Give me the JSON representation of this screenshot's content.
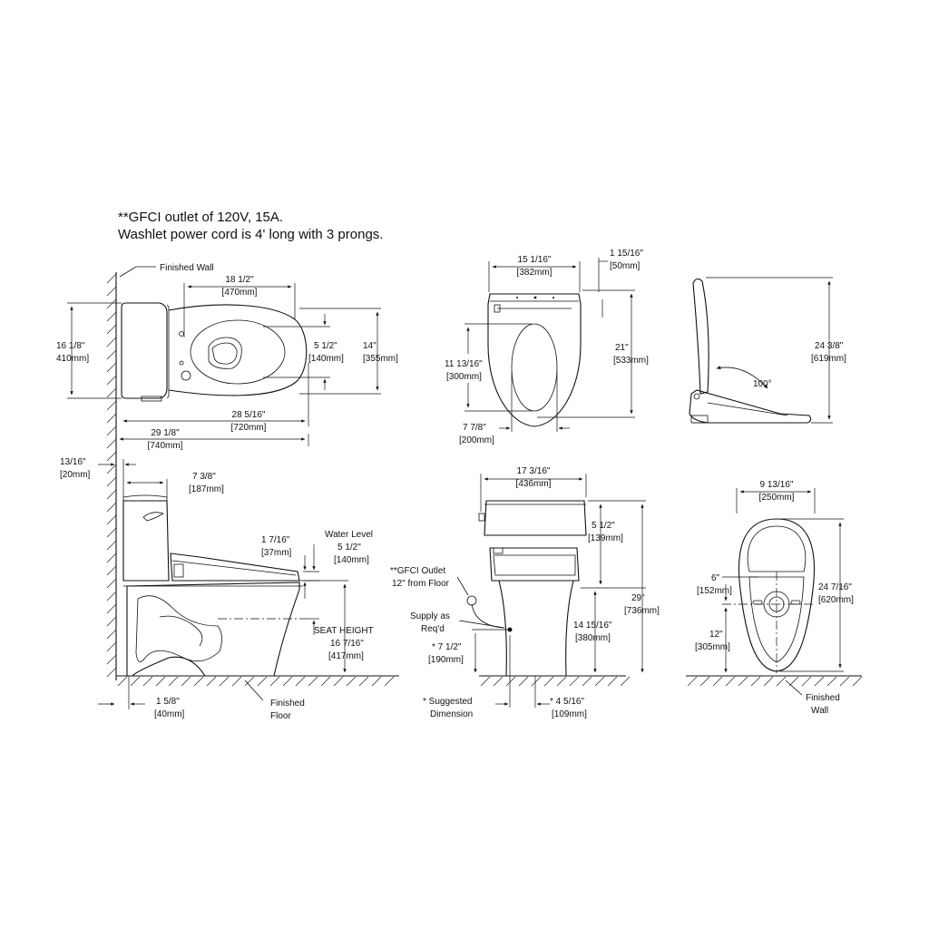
{
  "notes": {
    "line1": "**GFCI outlet of 120V, 15A.",
    "line2": "Washlet power cord is 4' long with 3 prongs."
  },
  "top_view": {
    "finished_wall": "Finished Wall",
    "seat_length_in": "18 1/2\"",
    "seat_length_mm": "[470mm]",
    "tank_depth_in": "16 1/8\"",
    "tank_depth_mm": "410mm]",
    "mid_in": "5 1/2\"",
    "mid_mm": "[140mm]",
    "width_in": "14\"",
    "width_mm": "[355mm]",
    "bowl_in": "28 5/16\"",
    "bowl_mm": "[720mm]",
    "overall_in": "29 1/8\"",
    "overall_mm": "[740mm]"
  },
  "seat_top": {
    "width_in": "15 1/16\"",
    "width_mm": "[382mm]",
    "panel_in": "1 15/16\"",
    "panel_mm": "[50mm]",
    "length_in": "21\"",
    "length_mm": "[533mm]",
    "opening_in": "11 13/16\"",
    "opening_mm": "[300mm]",
    "opening_w_in": "7 7/8\"",
    "opening_w_mm": "[200mm]"
  },
  "seat_side": {
    "height_in": "24 3/8\"",
    "height_mm": "[619mm]",
    "angle": "100°"
  },
  "side_view": {
    "wall_gap_in": "13/16\"",
    "wall_gap_mm": "[20mm]",
    "tank_in": "7 3/8\"",
    "tank_mm": "[187mm]",
    "rim_in": "1 7/16\"",
    "rim_mm": "[37mm]",
    "water_level": "Water Level",
    "water_in": "5 1/2\"",
    "water_mm": "[140mm]",
    "seat_height_label": "SEAT HEIGHT",
    "seat_height_in": "16 7/16\"",
    "seat_height_mm": "[417mm]",
    "base_in": "1 5/8\"",
    "base_mm": "[40mm]",
    "finished_floor_1": "Finished",
    "finished_floor_2": "Floor"
  },
  "front_view": {
    "width_in": "17 3/16\"",
    "width_mm": "[436mm]",
    "tank_h_in": "5 1/2\"",
    "tank_h_mm": "[139mm]",
    "gfci_1": "**GFCI Outlet",
    "gfci_2": "12\" from Floor",
    "supply_1": "Supply as",
    "supply_2": "Req'd",
    "height_in": "29\"",
    "height_mm": "[736mm]",
    "rim_in": "14 15/16\"",
    "rim_mm": "[380mm]",
    "supply_h_in": "* 7 1/2\"",
    "supply_h_mm": "[190mm]",
    "suggested_1": "* Suggested",
    "suggested_2": "Dimension",
    "offset_in": "* 4 5/16\"",
    "offset_mm": "[109mm]"
  },
  "plan_view": {
    "width_in": "9 13/16\"",
    "width_mm": "[250mm]",
    "flange_in": "6\"",
    "flange_mm": "[152mm]",
    "length_in": "24 7/16\"",
    "length_mm": "[620mm]",
    "roughin_in": "12\"",
    "roughin_mm": "[305mm]",
    "finished_wall_1": "Finished",
    "finished_wall_2": "Wall"
  }
}
